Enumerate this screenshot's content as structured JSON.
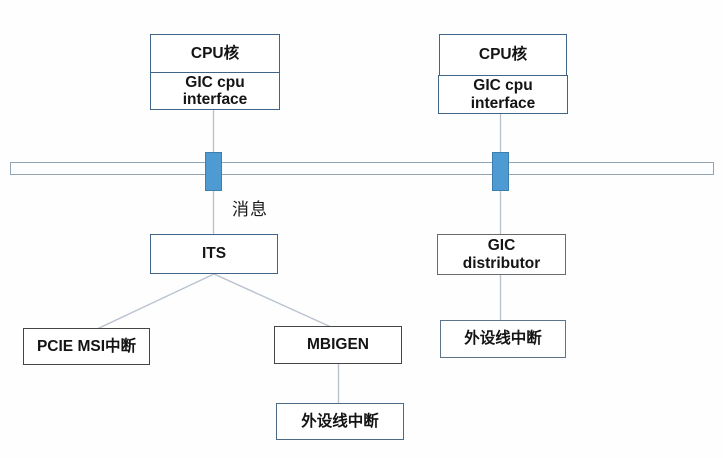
{
  "diagram": {
    "type": "block-diagram",
    "topic": "GIC interrupt routing",
    "nodes": {
      "left_cpu_core": {
        "label": "CPU核"
      },
      "left_gic_cpu_interface": {
        "label": "GIC cpu interface"
      },
      "right_cpu_core": {
        "label": "CPU核"
      },
      "right_gic_cpu_interface": {
        "label": "GIC cpu interface"
      },
      "its": {
        "label": "ITS"
      },
      "gic_distributor": {
        "label": "GIC distributor"
      },
      "pcie_msi_interrupt": {
        "label": "PCIE MSI中断"
      },
      "mbigen": {
        "label": "MBIGEN"
      },
      "peripheral_line_interrupt_right": {
        "label": "外设线中断"
      },
      "peripheral_line_interrupt_bottom": {
        "label": "外设线中断"
      }
    },
    "labels": {
      "message": "消息"
    },
    "edges": [
      "left_gic_cpu_interface -> bus (via blue connector)",
      "bus -> its (labeled 消息)",
      "its -> pcie_msi_interrupt",
      "its -> mbigen",
      "mbigen -> peripheral_line_interrupt_bottom",
      "right_gic_cpu_interface -> bus (via blue connector)",
      "bus -> gic_distributor",
      "gic_distributor -> peripheral_line_interrupt_right"
    ],
    "colors": {
      "background": "#fefefe",
      "box_fill": "#ffffff",
      "box_border_blue": "#41648a",
      "box_border_gray": "#454545",
      "box_border_gray_light": "#6b6b6b",
      "bus_border": "#90a4b4",
      "connector_fill": "#4e9ad2",
      "connector_border": "#3c7fae",
      "line": "#b9c3cd",
      "text": "#141414"
    }
  }
}
